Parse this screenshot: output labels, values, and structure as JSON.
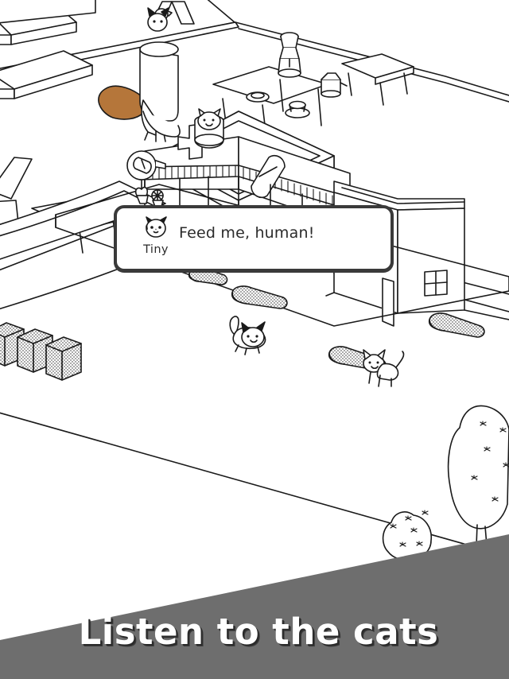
{
  "app": {
    "title": "Cat Town Isometric Scene",
    "background_color": "#ffffff",
    "line_color": "#1a1a1a"
  },
  "dialog": {
    "speaker_name": "Tiny",
    "message": "Feed me, human!",
    "avatar_icon": "cat-face-icon",
    "border_color": "#3a3a3a",
    "background_color": "#ffffff"
  },
  "banner": {
    "caption": "Listen to the cats",
    "background_color": "#6e6e6e",
    "text_color": "#ffffff",
    "shadow_color": "#2a2a2a"
  },
  "scene": {
    "buildings": [
      {
        "name": "vet-clinic",
        "signage": [
          "medical-cross-icon",
          "pill-capsule-icon"
        ],
        "roof_ornament": "cat-statue-icon"
      },
      {
        "name": "side-house",
        "features": [
          "door",
          "window"
        ]
      },
      {
        "name": "cafe",
        "features": [
          "picnic-tables",
          "benches",
          "coffee-dispenser",
          "sandwich-board-sign"
        ]
      }
    ],
    "props": [
      {
        "name": "round-pill-sign",
        "icon": "pill-capsule-icon"
      },
      {
        "name": "stone-blocks",
        "count": 3
      },
      {
        "name": "log-cushions",
        "count": 4
      },
      {
        "name": "potted-plants",
        "count": 2
      },
      {
        "name": "trees",
        "count": 2
      }
    ],
    "cats": [
      {
        "name": "orange-cat",
        "location": "cafe",
        "color": "#b5763a"
      },
      {
        "name": "black-eared-cat",
        "location": "street-center"
      },
      {
        "name": "white-cat",
        "location": "street-right"
      }
    ]
  }
}
